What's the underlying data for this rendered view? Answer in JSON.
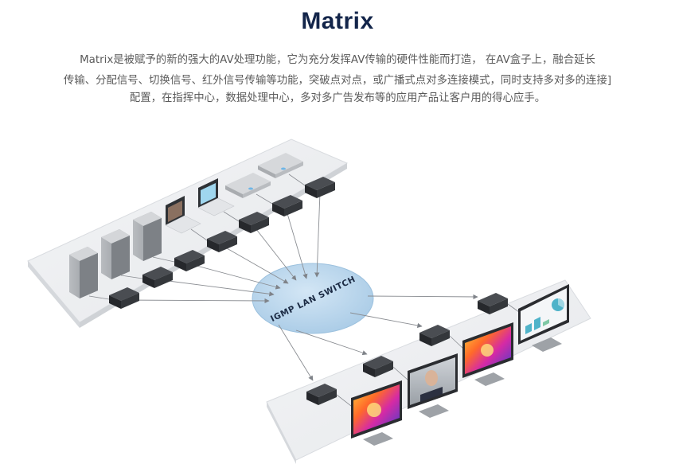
{
  "header": {
    "title": "Matrix",
    "description_lines": [
      "Matrix是被赋予的新的强大的AV处理功能，它为充分发挥AV传输的硬件性能而打造， 在AV盒子上，融合延长",
      "传输、分配信号、切换信号、红外信号传输等功能，突破点对点，或广播式点对多连接模式，同时支持多对多的连接]",
      "配置，在指挥中心，数据处理中心，多对多广告发布等的应用产品让客户用的得心应手。"
    ]
  },
  "diagram": {
    "switch_label": "IGMP LAN SWITCH",
    "source_types": [
      "server-tower",
      "server-tower",
      "server-tower",
      "laptop",
      "laptop",
      "set-top-box",
      "set-top-box"
    ],
    "display_contents": [
      "abstract-colorful",
      "portrait",
      "abstract-colorful",
      "dashboard-chart"
    ],
    "colors": {
      "platform": "#eef0f3",
      "switch_fill": "#bcd8ee",
      "switch_text": "#1c2b44",
      "encoder": "#2f3136",
      "arrow": "#8a8d92"
    }
  }
}
